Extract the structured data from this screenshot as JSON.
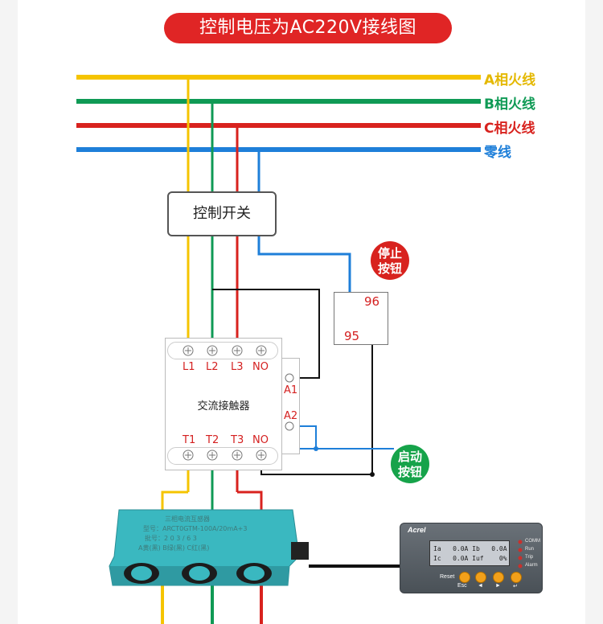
{
  "title": "控制电压为AC220V接线图",
  "wires": {
    "a_phase": {
      "label": "A相火线",
      "color": "#f5c400"
    },
    "b_phase": {
      "label": "B相火线",
      "color": "#0f9a55"
    },
    "c_phase": {
      "label": "C相火线",
      "color": "#d8221e"
    },
    "neutral": {
      "label": "零线",
      "color": "#1e7fd9"
    }
  },
  "control_switch": {
    "label": "控制开关"
  },
  "stop_button": {
    "label_line1": "停止",
    "label_line2": "按钮",
    "color": "#d8221e",
    "terminal_95": "95",
    "terminal_96": "96"
  },
  "start_button": {
    "label_line1": "启动",
    "label_line2": "按钮",
    "color": "#16a34a"
  },
  "contactor": {
    "name": "交流接触器",
    "top_terminals": [
      "L1",
      "L2",
      "L3",
      "NO"
    ],
    "bottom_terminals": [
      "T1",
      "T2",
      "T3",
      "NO"
    ],
    "coil_a1": "A1",
    "coil_a2": "A2"
  },
  "current_transformer": {
    "line1": "三相电流互感器",
    "line2": "型号：ARCT0GTM-100A/20mA+3",
    "line3": "批号：2 0 3 / 6 3",
    "line4": "A黄(黑)    B绿(黑)    C红(黑)",
    "color": "#3ab8c0"
  },
  "meter": {
    "brand": "Acrel",
    "lcd_row1": "Ia   0.0A Ib   0.0A",
    "lcd_row2": "Ic   0.0A Iuf    0%",
    "leds": [
      "COMM",
      "Run",
      "Trip",
      "Alarm"
    ],
    "keys": [
      "Reset",
      "Esc",
      "◄",
      "►",
      "↵"
    ]
  }
}
